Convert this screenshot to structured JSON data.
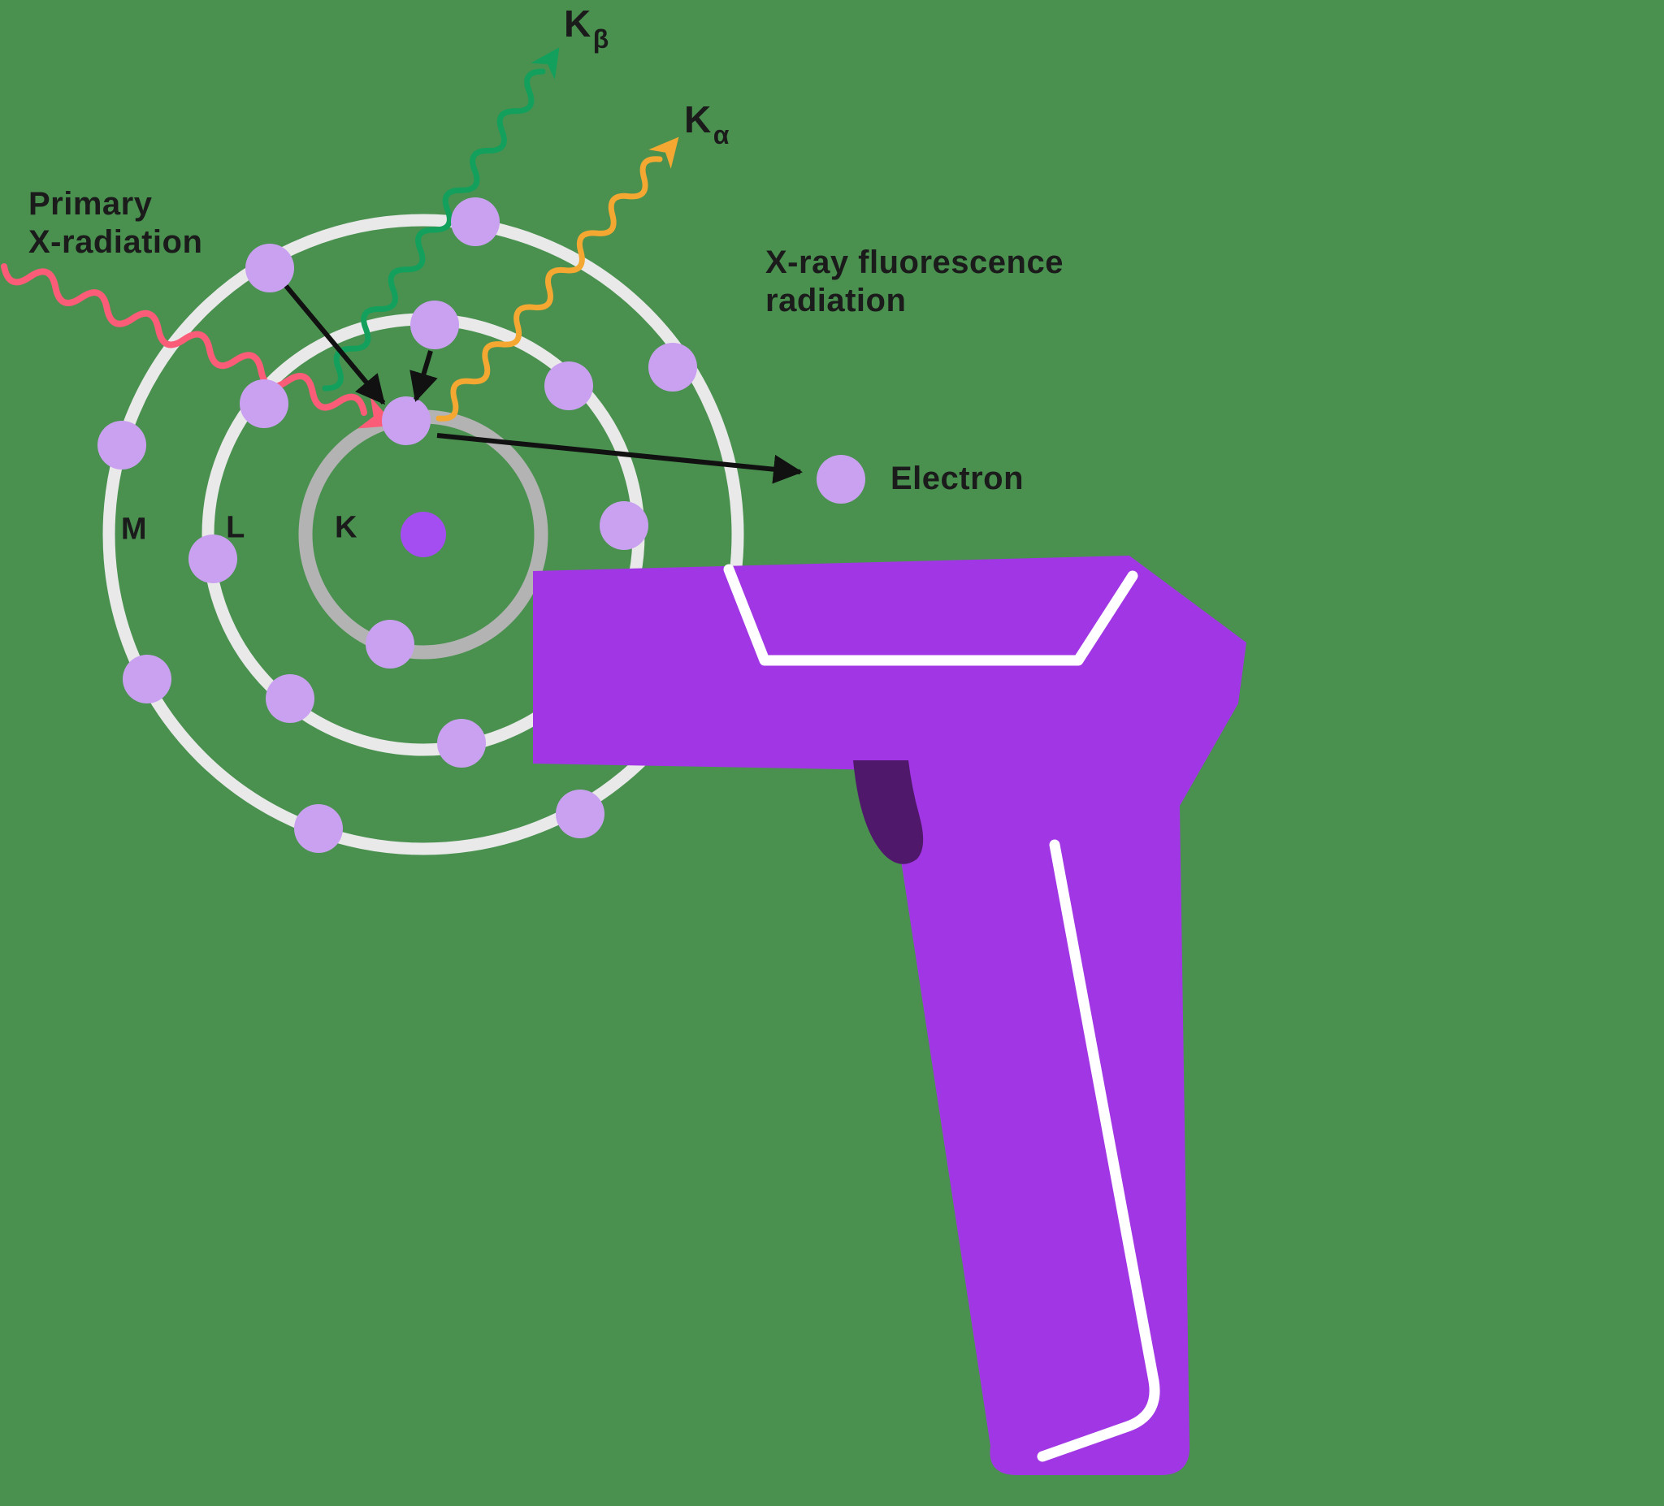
{
  "labels": {
    "primary_line1": "Primary",
    "primary_line2": "X-radiation",
    "xrf_line1": "X-ray fluorescence",
    "xrf_line2": "radiation",
    "electron": "Electron",
    "shell_m": "M",
    "shell_l": "L",
    "shell_k": "K",
    "k_beta_main": "K",
    "k_beta_sub": "β",
    "k_alpha_main": "K",
    "k_alpha_sub": "α"
  },
  "colors": {
    "background": "#4a9150",
    "text": "#1b1b1b",
    "primary_xray": "#fb5c78",
    "k_beta_ray": "#12a05c",
    "k_alpha_ray": "#f5a831",
    "electron": "#c9a1f0",
    "nucleus": "#a44ef2",
    "shell_inner": "#b3b3b3",
    "shell_outer": "#e9e9e9",
    "arrow": "#111111",
    "gun_body": "#a136e4",
    "gun_trigger": "#50186b",
    "gun_accent": "#ffffff"
  }
}
